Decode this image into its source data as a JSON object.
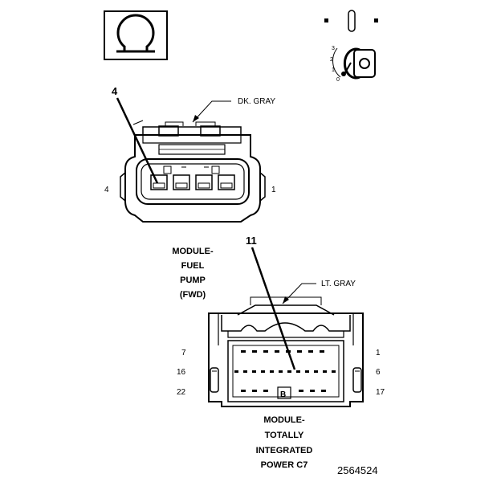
{
  "symbols": {
    "ohm": "Ω"
  },
  "ignition": {
    "positions": [
      "3",
      "2",
      "1",
      "0"
    ]
  },
  "connector_top": {
    "color_label": "DK. GRAY",
    "pin_left": "4",
    "pin_right": "1",
    "callout": "4"
  },
  "connector_bottom": {
    "color_label": "LT. GRAY",
    "callout": "11",
    "pins": {
      "tl": "7",
      "tr": "1",
      "ml": "16",
      "mr": "6",
      "bl": "22",
      "br": "17"
    },
    "key_mark": "B"
  },
  "module_fuel_pump": {
    "lines": [
      "MODULE-",
      "FUEL",
      "PUMP",
      "(FWD)"
    ]
  },
  "module_tipm": {
    "lines": [
      "MODULE-",
      "TOTALLY",
      "INTEGRATED",
      "POWER C7"
    ]
  },
  "figure_id": "2564524",
  "colors": {
    "ink": "#000000",
    "background": "#ffffff"
  }
}
